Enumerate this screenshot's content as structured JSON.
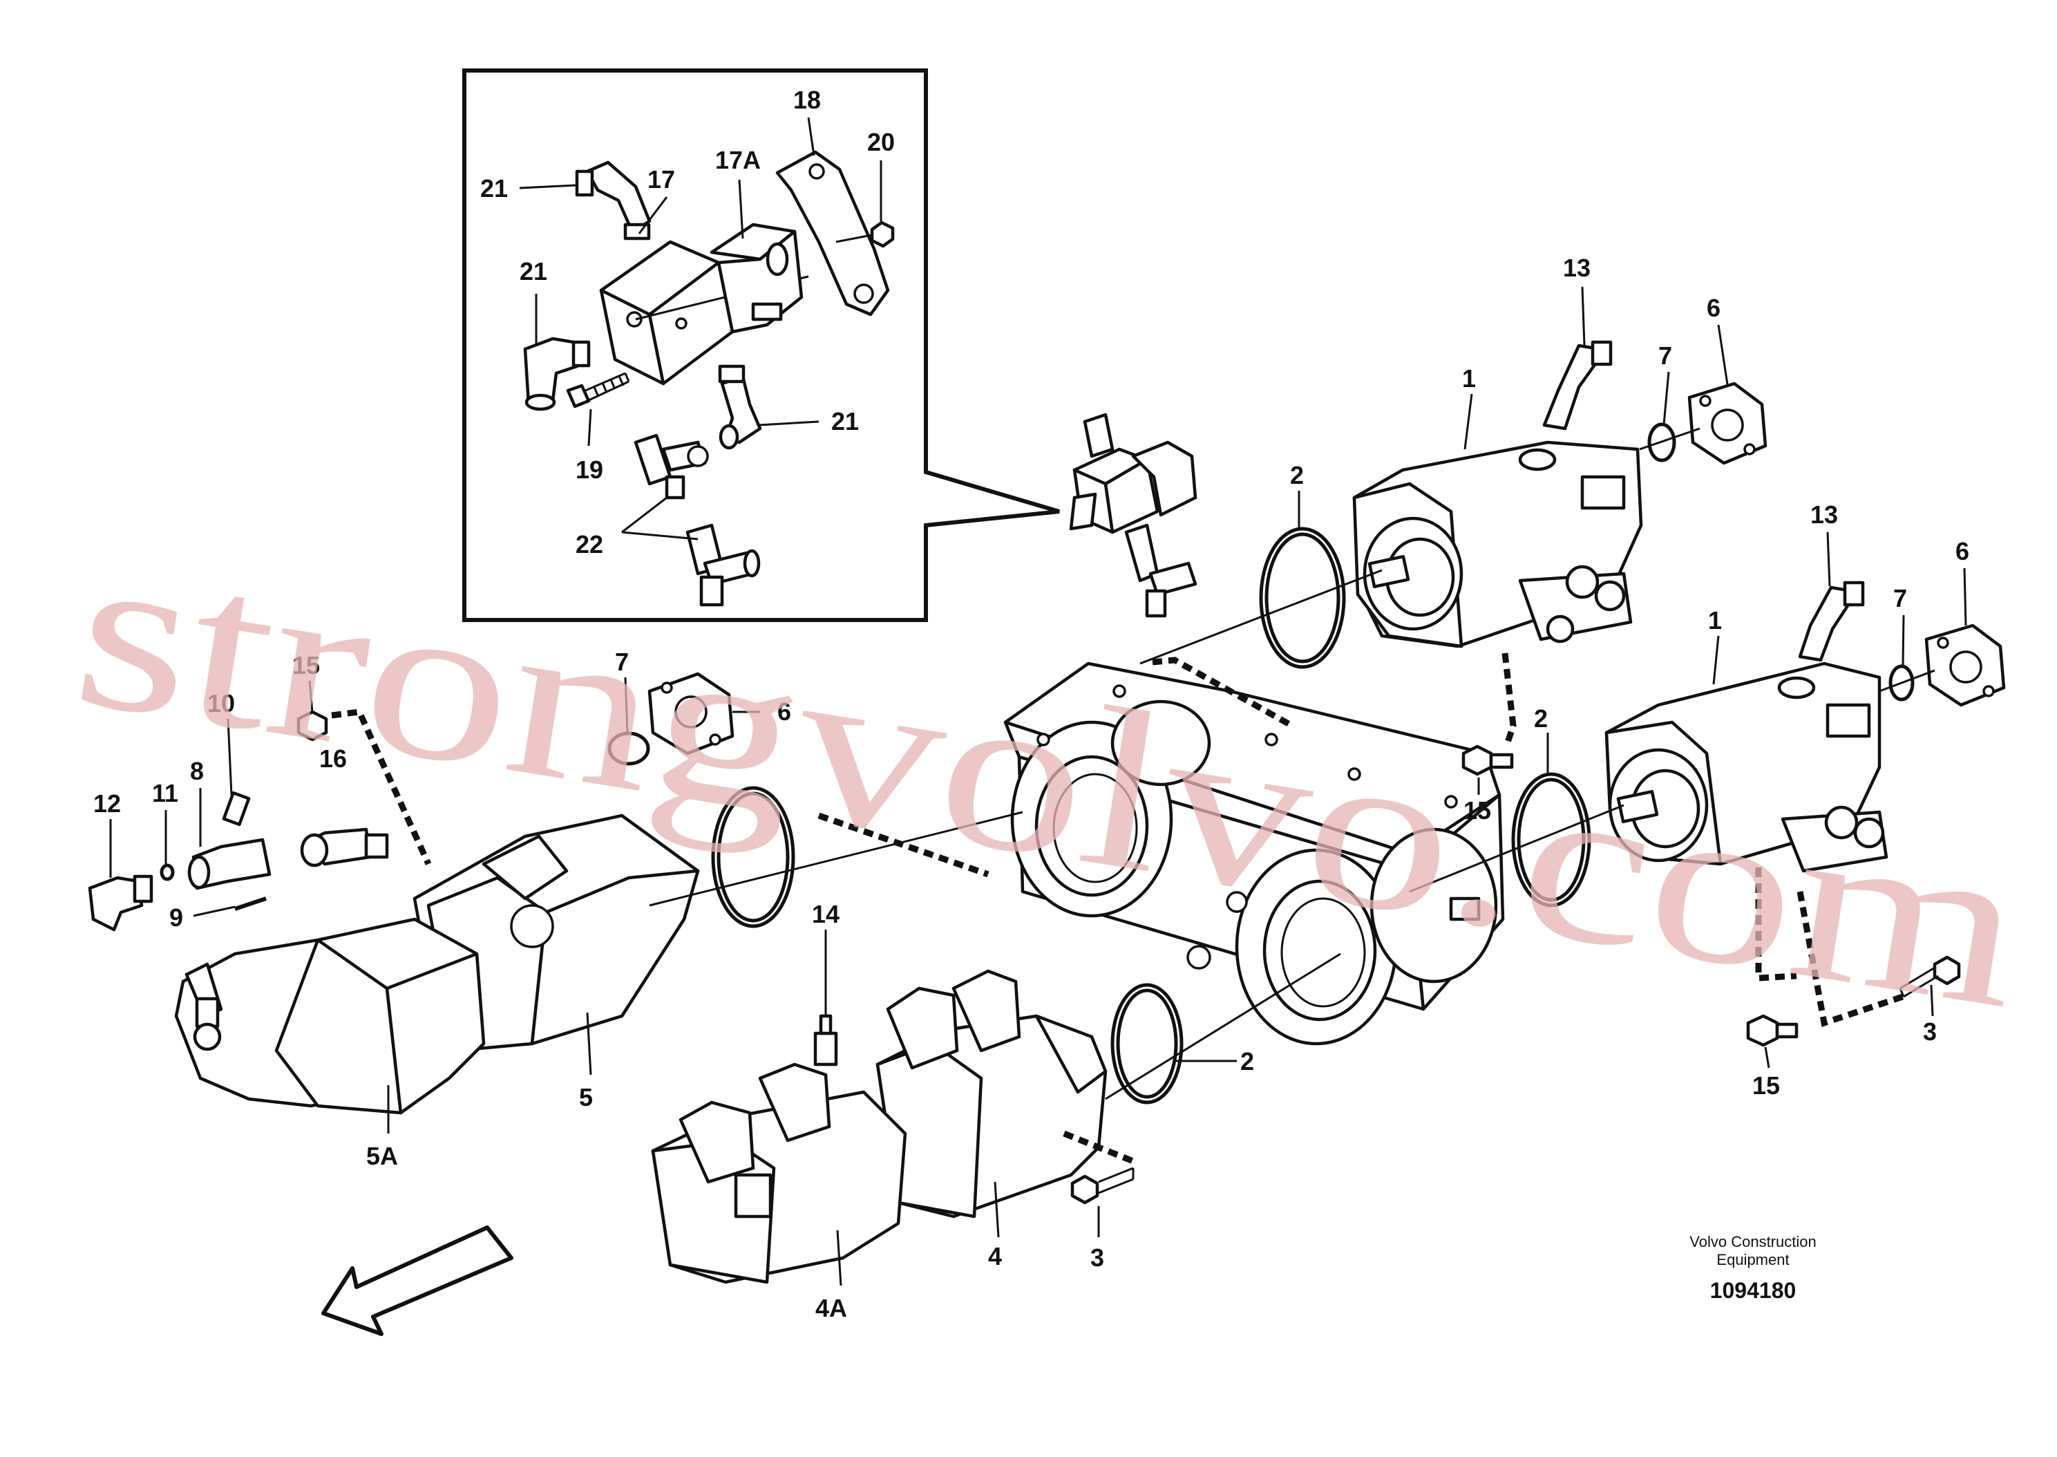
{
  "colors": {
    "line": "#111111",
    "watermark": "#e8b5b5",
    "background": "#ffffff"
  },
  "watermark": "strongvolvo.com",
  "footer": {
    "company_line1": "Volvo Construction",
    "company_line2": "Equipment",
    "doc_number": "1094180"
  },
  "callouts": {
    "c21a": "21",
    "c17": "17",
    "c17a": "17A",
    "c18": "18",
    "c20": "20",
    "c21b": "21",
    "c21c": "21",
    "c19": "19",
    "c22": "22",
    "c13a": "13",
    "c6a": "6",
    "c1a": "1",
    "c7a": "7",
    "c2a": "2",
    "c13b": "13",
    "c6b": "6",
    "c7b": "7",
    "c1b": "1",
    "c15a": "15",
    "c2b": "2",
    "c15b": "15",
    "c3a": "3",
    "c15c": "15",
    "c10": "10",
    "c8": "8",
    "c11": "11",
    "c12": "12",
    "c16": "16",
    "c7c": "7",
    "c6c": "6",
    "c9": "9",
    "c5": "5",
    "c5a": "5A",
    "c14": "14",
    "c2c": "2",
    "c4": "4",
    "c4a": "4A",
    "c3b": "3"
  }
}
